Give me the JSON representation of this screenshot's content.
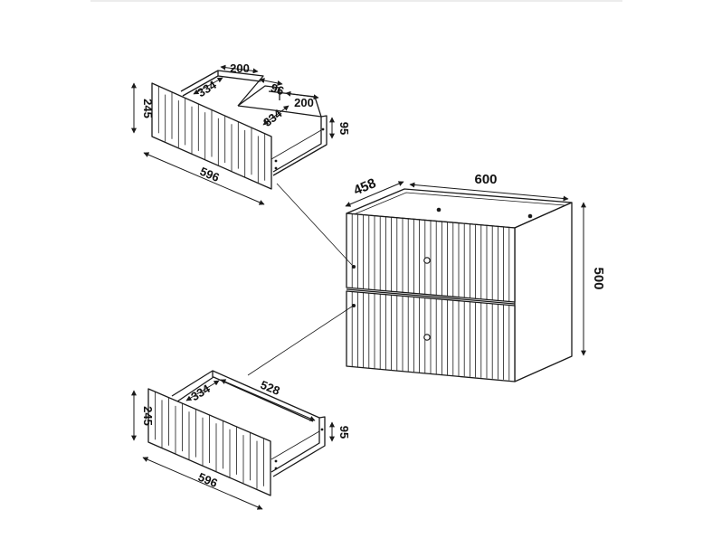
{
  "cabinet": {
    "dims": {
      "depth": "458",
      "width": "600",
      "height": "500"
    }
  },
  "top_drawer": {
    "dims": {
      "compartment_left_width": "200",
      "compartment_left_depth": "334",
      "divider_gap": "96",
      "compartment_right_width": "200",
      "compartment_right_depth": "334",
      "inner_height": "95",
      "front_height": "245",
      "front_width": "596"
    }
  },
  "bottom_drawer": {
    "dims": {
      "inner_depth": "334",
      "inner_width": "528",
      "inner_height": "95",
      "front_height": "245",
      "front_width": "596"
    }
  },
  "colors": {
    "line": "#1a1a1a",
    "background": "#ffffff"
  }
}
